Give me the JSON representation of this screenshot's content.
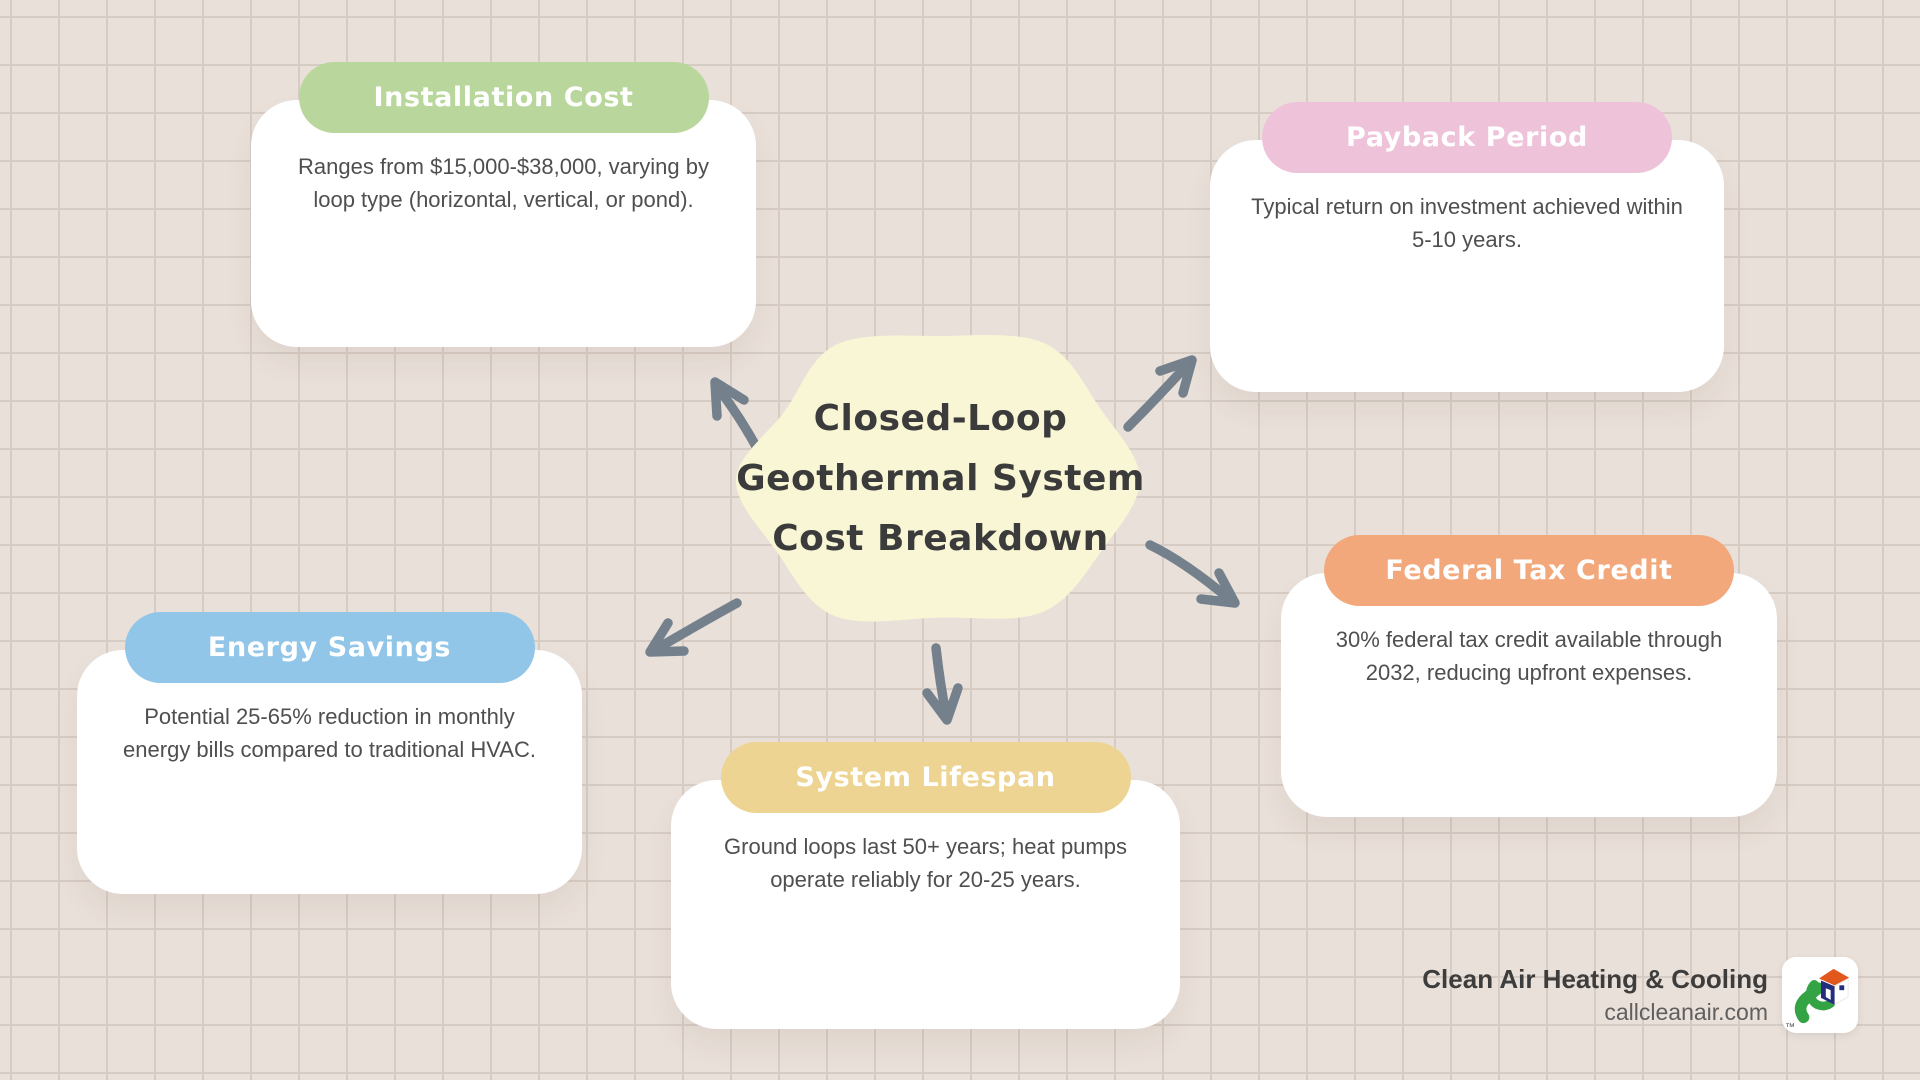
{
  "center": {
    "title_lines": [
      "Closed-Loop",
      "Geothermal System",
      "Cost Breakdown"
    ]
  },
  "nodes": [
    {
      "id": "installation-cost",
      "label": "Installation Cost",
      "color": "#b9d79c",
      "body": "Ranges from $15,000-$38,000, varying by loop type (horizontal, vertical, or pond)."
    },
    {
      "id": "payback-period",
      "label": "Payback Period",
      "color": "#eec3da",
      "body": "Typical return on investment achieved within 5-10 years."
    },
    {
      "id": "energy-savings",
      "label": "Energy Savings",
      "color": "#92c6e9",
      "body": "Potential 25-65% reduction in monthly energy bills compared to traditional HVAC."
    },
    {
      "id": "system-lifespan",
      "label": "System Lifespan",
      "color": "#eed492",
      "body": "Ground loops last 50+ years; heat pumps operate reliably for 20-25 years."
    },
    {
      "id": "federal-tax-credit",
      "label": "Federal Tax Credit",
      "color": "#f3a87c",
      "body": "30% federal tax credit available through 2032, reducing upfront expenses."
    }
  ],
  "footer": {
    "company": "Clean Air Heating & Cooling",
    "website": "callcleanair.com",
    "trademark": "™"
  },
  "colors": {
    "arrow": "#74818d",
    "blob": "#f8f6d5",
    "background": "#e9e0d9",
    "grid_line": "#d6ccc4",
    "pill_text": "#ffffff",
    "body_text": "#4f4f4f",
    "title_text": "#3b3b3b"
  }
}
